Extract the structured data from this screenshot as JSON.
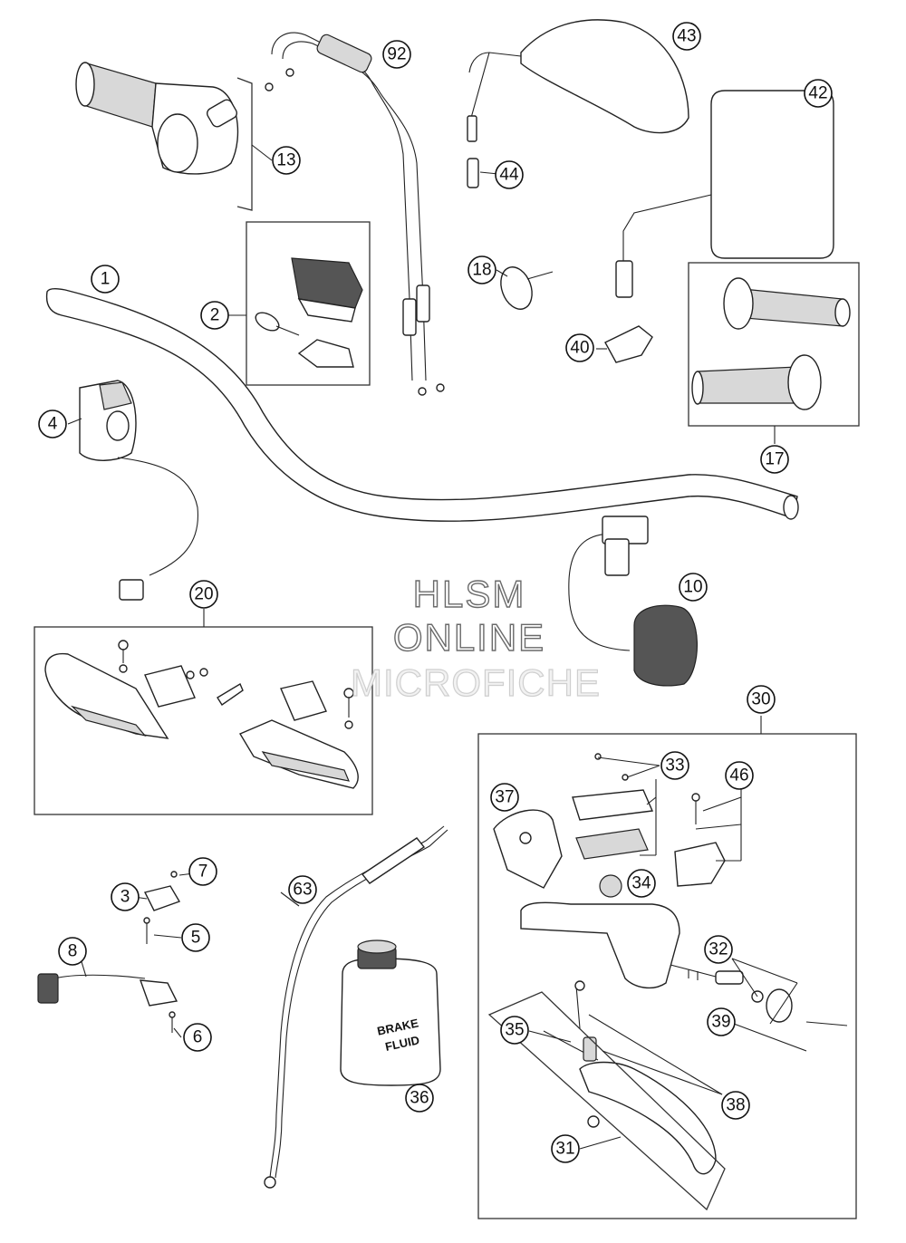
{
  "watermark": {
    "line1": "HLSM",
    "line2": "ONLINE",
    "line3": "MICROFICHE"
  },
  "can_label": {
    "line1": "BRAKE",
    "line2": "FLUID"
  },
  "callouts": {
    "c1": "1",
    "c2": "2",
    "c3": "3",
    "c4": "4",
    "c5": "5",
    "c6": "6",
    "c7": "7",
    "c8": "8",
    "c10": "10",
    "c13": "13",
    "c17": "17",
    "c18": "18",
    "c20": "20",
    "c30": "30",
    "c31": "31",
    "c32": "32",
    "c33": "33",
    "c34": "34",
    "c35": "35",
    "c36": "36",
    "c37": "37",
    "c38": "38",
    "c39": "39",
    "c40": "40",
    "c42": "42",
    "c43": "43",
    "c44": "44",
    "c46": "46",
    "c63": "63",
    "c92": "92"
  },
  "colors": {
    "line": "#222222",
    "shade": "#d8d8d8",
    "background": "#ffffff"
  }
}
